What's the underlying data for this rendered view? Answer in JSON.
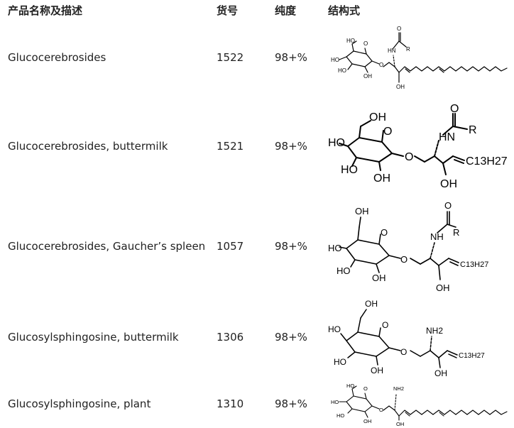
{
  "header": {
    "name": "产品名称及描述",
    "catalog": "货号",
    "purity": "纯度",
    "structure": "结构式"
  },
  "rows": [
    {
      "name": "Glucocerebrosides",
      "catalog": "1522",
      "purity": "98+%"
    },
    {
      "name": "Glucocerebrosides, buttermilk",
      "catalog": "1521",
      "purity": "98+%"
    },
    {
      "name": "Glucocerebrosides, Gaucher’s spleen",
      "catalog": "1057",
      "purity": "98+%"
    },
    {
      "name": "Glucosylsphingosine, buttermilk",
      "catalog": "1306",
      "purity": "98+%"
    },
    {
      "name": "Glucosylsphingosine, plant",
      "catalog": "1310",
      "purity": "98+%"
    }
  ],
  "structure_labels": {
    "ho": "HO",
    "oh": "OH",
    "o": "O",
    "hn": "HN",
    "nh": "NH",
    "nh2": "NH2",
    "r": "R",
    "c13h27": "C13H27"
  }
}
